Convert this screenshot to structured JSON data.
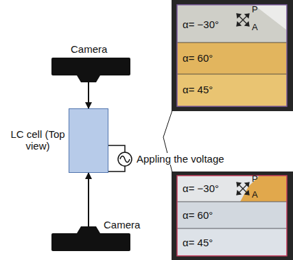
{
  "diagram": {
    "nodes": [
      {
        "text": [
          "Camera"
        ]
      },
      {
        "text": [
          "LC cell (Top view)"
        ]
      },
      {
        "text": [
          "Camera"
        ]
      },
      {
        "text": [
          "α= −30°",
          "P",
          "A",
          "α= 60°",
          "α= 45°"
        ]
      },
      {
        "text": [
          "α= −30°",
          "P",
          "A",
          "α= 60°",
          "α= 45°"
        ]
      }
    ],
    "edges": [
      {
        "from": 0,
        "to": 1,
        "arrow": "to"
      },
      {
        "from": 2,
        "to": 1,
        "arrow": "to"
      }
    ],
    "labels": [
      "Appling the voltage"
    ]
  }
}
